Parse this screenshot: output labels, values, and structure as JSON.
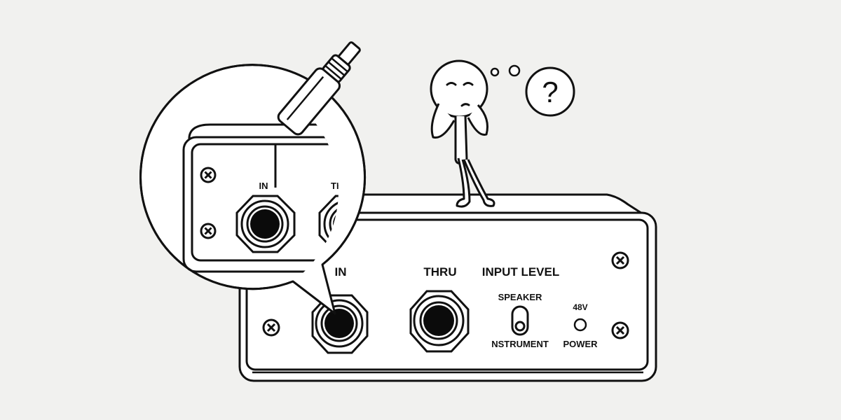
{
  "device": {
    "jacks": {
      "in_label": "IN",
      "thru_label": "THRU"
    },
    "input_level": {
      "title": "INPUT LEVEL",
      "speaker_label": "SPEAKER",
      "instrument_label": "NSTRUMENT"
    },
    "power": {
      "voltage_label": "48V",
      "power_label": "POWER"
    }
  },
  "magnifier": {
    "in_label": "IN",
    "thru_label_partial": "TH"
  },
  "character": {
    "thought_symbol": "?"
  },
  "colors": {
    "ink": "#111111",
    "paper": "#f1f1ef",
    "fill": "#ffffff"
  }
}
